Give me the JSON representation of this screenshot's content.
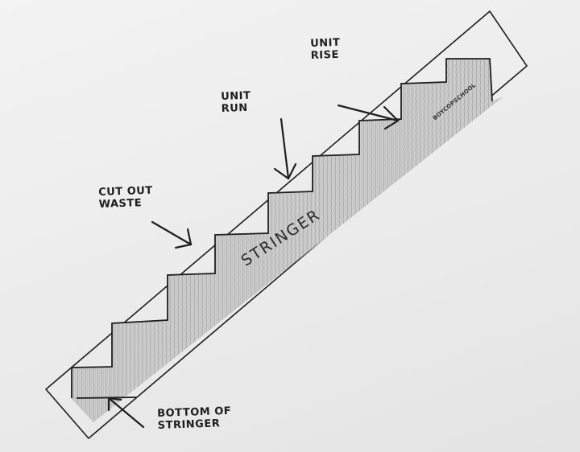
{
  "diagram": {
    "type": "hand-drawn pencil sketch",
    "subject": "Stair stringer layout",
    "colors": {
      "paper": "#ececec",
      "ink": "#1e1e1e",
      "shading": "#bdbdbd"
    },
    "labels": {
      "unit_rise": "UNIT\nRISE",
      "unit_run": "UNIT\nRUN",
      "cut_out_waste": "CUT OUT\nWASTE",
      "stringer": "STRINGER",
      "bottom_of_stringer": "BOTTOM OF\nSTRINGER",
      "signature": "BOYCOPSCHOOL"
    },
    "step_count": 9
  }
}
